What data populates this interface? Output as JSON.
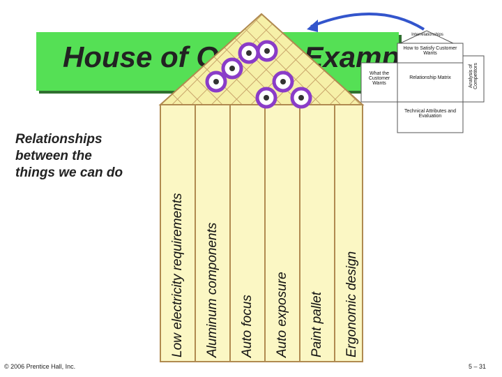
{
  "title": "House of Quality Example",
  "side_text": [
    "Relationships",
    "between the",
    "things we can do"
  ],
  "columns": [
    "Low electricity requirements",
    "Aluminum components",
    "Auto focus",
    "Auto exposure",
    "Paint pallet",
    "Ergonomic design"
  ],
  "mini_house": {
    "roof": "Interrelationships",
    "how": "How to Satisfy Customer Wants",
    "what": "What the Customer Wants",
    "matrix": "Relationship Matrix",
    "competitors": "Analysis of Competitors",
    "technical": "Technical Attributes and Evaluation"
  },
  "footer": {
    "copyright": "© 2006 Prentice Hall, Inc.",
    "page": "5 – 31"
  },
  "colors": {
    "title_bar": "#55e055",
    "roof_fill": "#f6f0a8",
    "columns_fill": "#fbf7c4",
    "dot_ring": "#8a3cc8",
    "arrow": "#3355cc"
  }
}
